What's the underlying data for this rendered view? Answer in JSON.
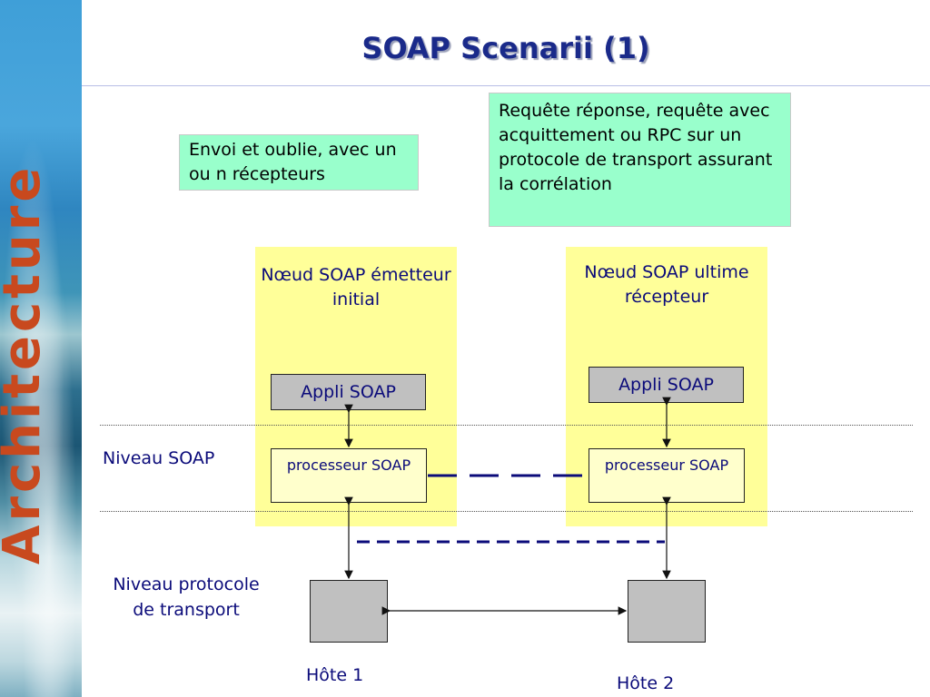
{
  "sidebar": {
    "vertical_title": "Architecture"
  },
  "slide": {
    "title": "SOAP Scenarii (1)"
  },
  "notes": {
    "left": "Envoi et oublie, avec un ou n récepteurs",
    "right": "Requête réponse, requête avec acquittement ou RPC sur un protocole de transport assurant la corrélation"
  },
  "nodes": {
    "sender": {
      "title": "Nœud SOAP émetteur initial",
      "app": "Appli SOAP",
      "processor": "processeur SOAP"
    },
    "receiver": {
      "title": "Nœud SOAP ultime récepteur",
      "app": "Appli SOAP",
      "processor": "processeur SOAP"
    }
  },
  "levels": {
    "soap": "Niveau SOAP",
    "transport": "Niveau protocole de transport"
  },
  "hosts": {
    "host1": "Hôte 1",
    "host2": "Hôte 2"
  },
  "colors": {
    "note_bg": "#99ffcc",
    "node_bg": "#ffff99",
    "processor_bg": "#ffffcc",
    "app_bg": "#c0c0c0",
    "text": "#0b0b7a",
    "title": "#1a2a8a",
    "sidebar_word": "#c8491e"
  }
}
